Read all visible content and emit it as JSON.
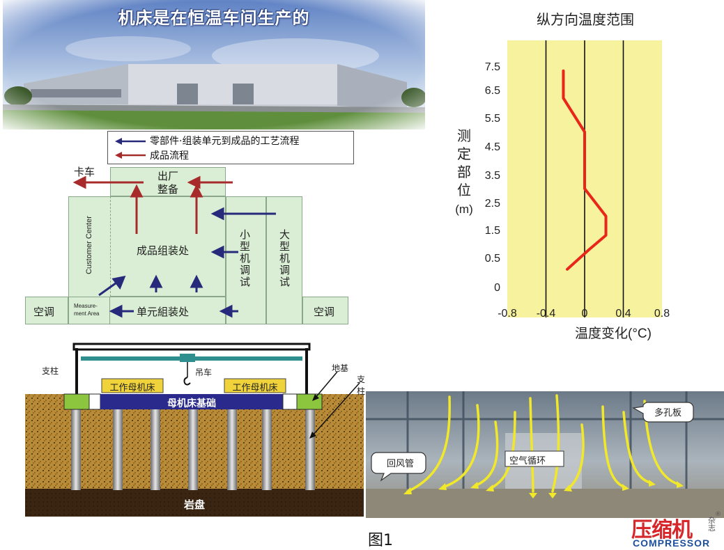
{
  "photo": {
    "title": "机床是在恒温车间生产的"
  },
  "legend": {
    "process_flow": "零部件·组装单元到成品的工艺流程",
    "product_flow": "成品流程"
  },
  "flow": {
    "truck": "卡车",
    "shipping_line1": "出厂",
    "shipping_line2": "整备",
    "customer_center": "Customer Center",
    "final_assembly": "成品组装处",
    "small_test": "小型机调试",
    "large_test": "大型机调试",
    "aircon_left": "空调",
    "aircon_right": "空调",
    "measurement_line1": "Measure-",
    "measurement_line2": "ment Area",
    "unit_assembly": "单元組装处"
  },
  "chart_data": {
    "type": "line",
    "title": "纵方向温度范围",
    "ylabel": "测定部位(m)",
    "xlabel": "温度变化(°C)",
    "xlim": [
      -0.8,
      0.8
    ],
    "ylim": [
      0,
      7.5
    ],
    "x_ticks": [
      "-0.8",
      "-0.4",
      "0",
      "0.4",
      "0.8"
    ],
    "y_ticks": [
      "0",
      "0.5",
      "1.5",
      "2.5",
      "3.5",
      "4.5",
      "5.5",
      "6.5",
      "7.5"
    ],
    "vertical_gridlines_x": [
      -0.4,
      0,
      0.4
    ],
    "series": [
      {
        "points": [
          [
            -0.18,
            0.3
          ],
          [
            0.05,
            0.8
          ],
          [
            0.22,
            1.3
          ],
          [
            0.22,
            2.0
          ],
          [
            0.0,
            3.0
          ],
          [
            0.0,
            5.0
          ],
          [
            -0.22,
            6.2
          ],
          [
            -0.22,
            7.3
          ]
        ]
      }
    ],
    "colors": {
      "background": "#f7f29e",
      "line": "#e8261a"
    }
  },
  "foundation": {
    "pillar_left": "支柱",
    "crane": "吊车",
    "ground_base": "地基",
    "pillar_right": "支柱",
    "machine_left": "工作母机床",
    "machine_right": "工作母机床",
    "foundation_bar": "母机床基础",
    "bedrock": "岩盘"
  },
  "interior": {
    "perforated_plate": "多孔板",
    "return_duct": "回风管",
    "air_circulation": "空气循环"
  },
  "figure_caption": "图1",
  "logo": {
    "main": "压缩机",
    "small": "杂志",
    "english": "COMPRESSOR",
    "reg": "®"
  },
  "colors": {
    "flow_box": "#d9eed4",
    "blue_arrow": "#27297a",
    "red_arrow": "#a82b2b",
    "soil": "#b88a36",
    "foundation_bar": "#2a2a8c",
    "logo_red": "#d6272b",
    "logo_blue": "#1d4f9c"
  }
}
